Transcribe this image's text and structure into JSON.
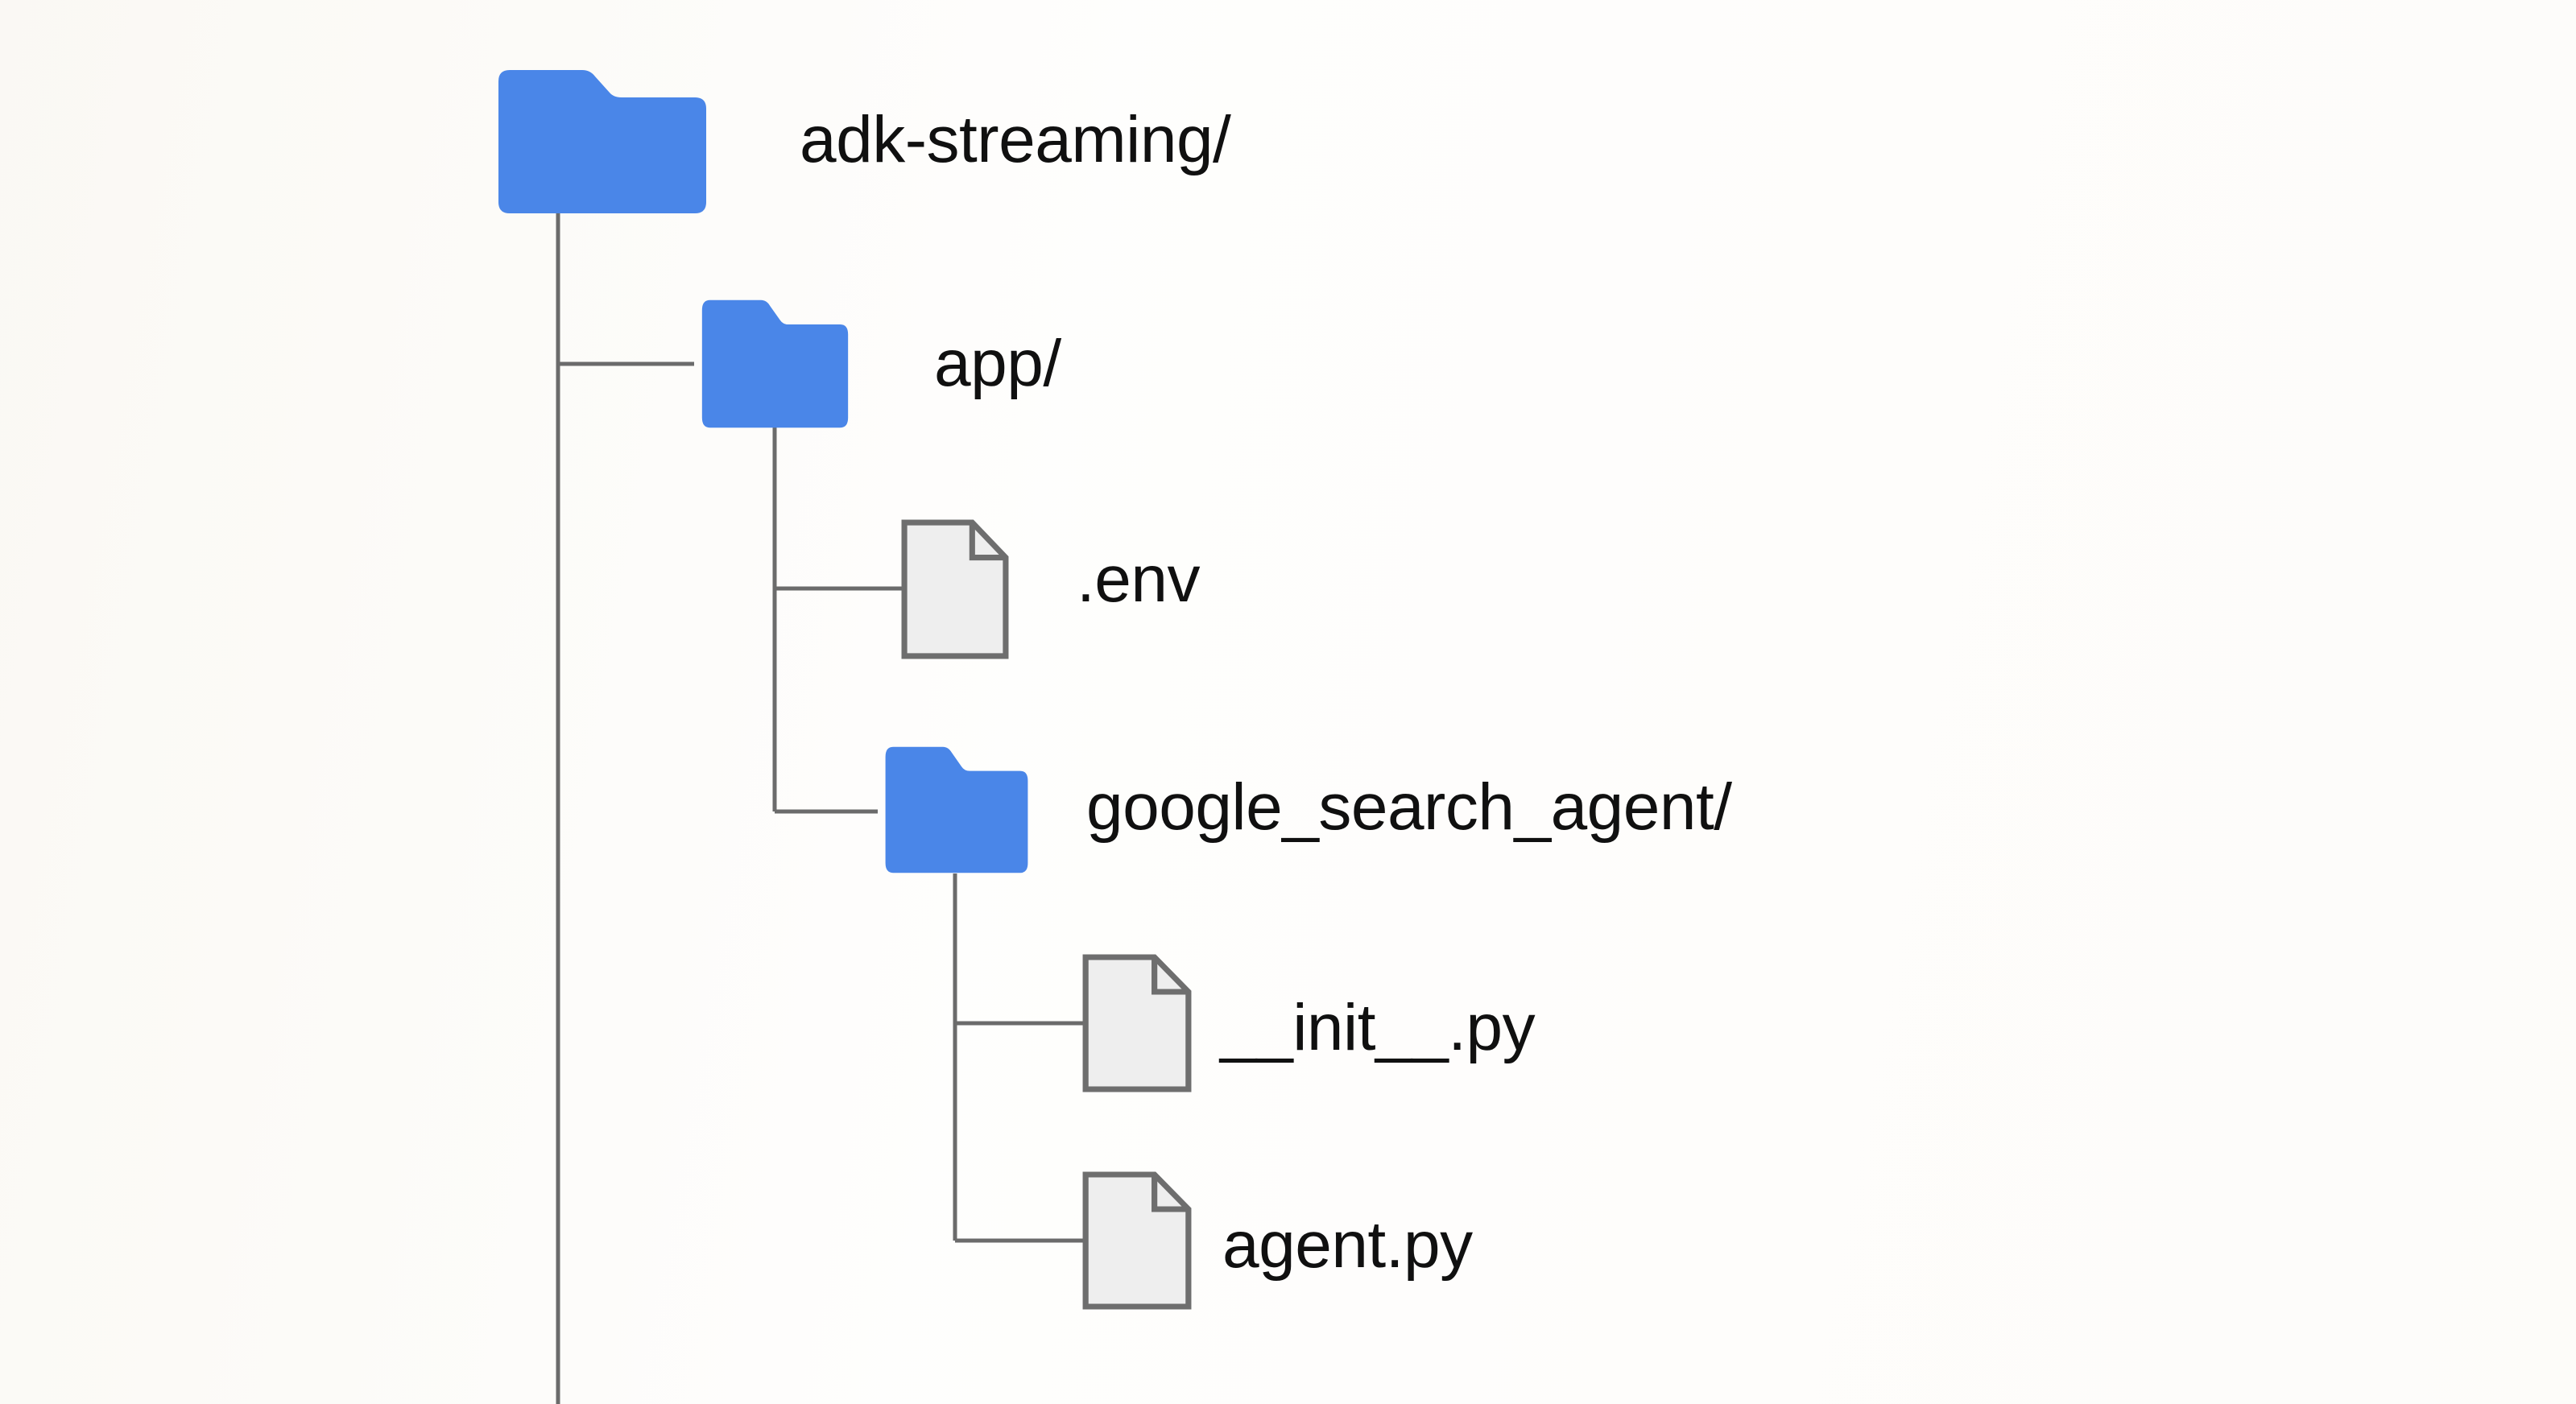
{
  "diagram": {
    "type": "file-tree",
    "title_node": "adk-streaming/",
    "colors": {
      "background": "#fdfcfa",
      "folder_fill": "#4a86e8",
      "folder_stroke": "#4a86e8",
      "file_fill": "#eeeeee",
      "file_stroke": "#6e6e6e",
      "connector": "#6b6b6b",
      "label_text": "#101010"
    },
    "nodes": [
      {
        "id": "root",
        "label": "adk-streaming/",
        "kind": "folder",
        "depth": 0,
        "icon": "folder-icon"
      },
      {
        "id": "app",
        "label": "app/",
        "kind": "folder",
        "depth": 1,
        "icon": "folder-icon"
      },
      {
        "id": "env",
        "label": ".env",
        "kind": "file",
        "depth": 2,
        "icon": "file-icon"
      },
      {
        "id": "gsa",
        "label": "google_search_agent/",
        "kind": "folder",
        "depth": 2,
        "icon": "folder-icon"
      },
      {
        "id": "init",
        "label": "__init__.py",
        "kind": "file",
        "depth": 3,
        "icon": "file-icon"
      },
      {
        "id": "agent",
        "label": "agent.py",
        "kind": "file",
        "depth": 3,
        "icon": "file-icon"
      }
    ]
  }
}
